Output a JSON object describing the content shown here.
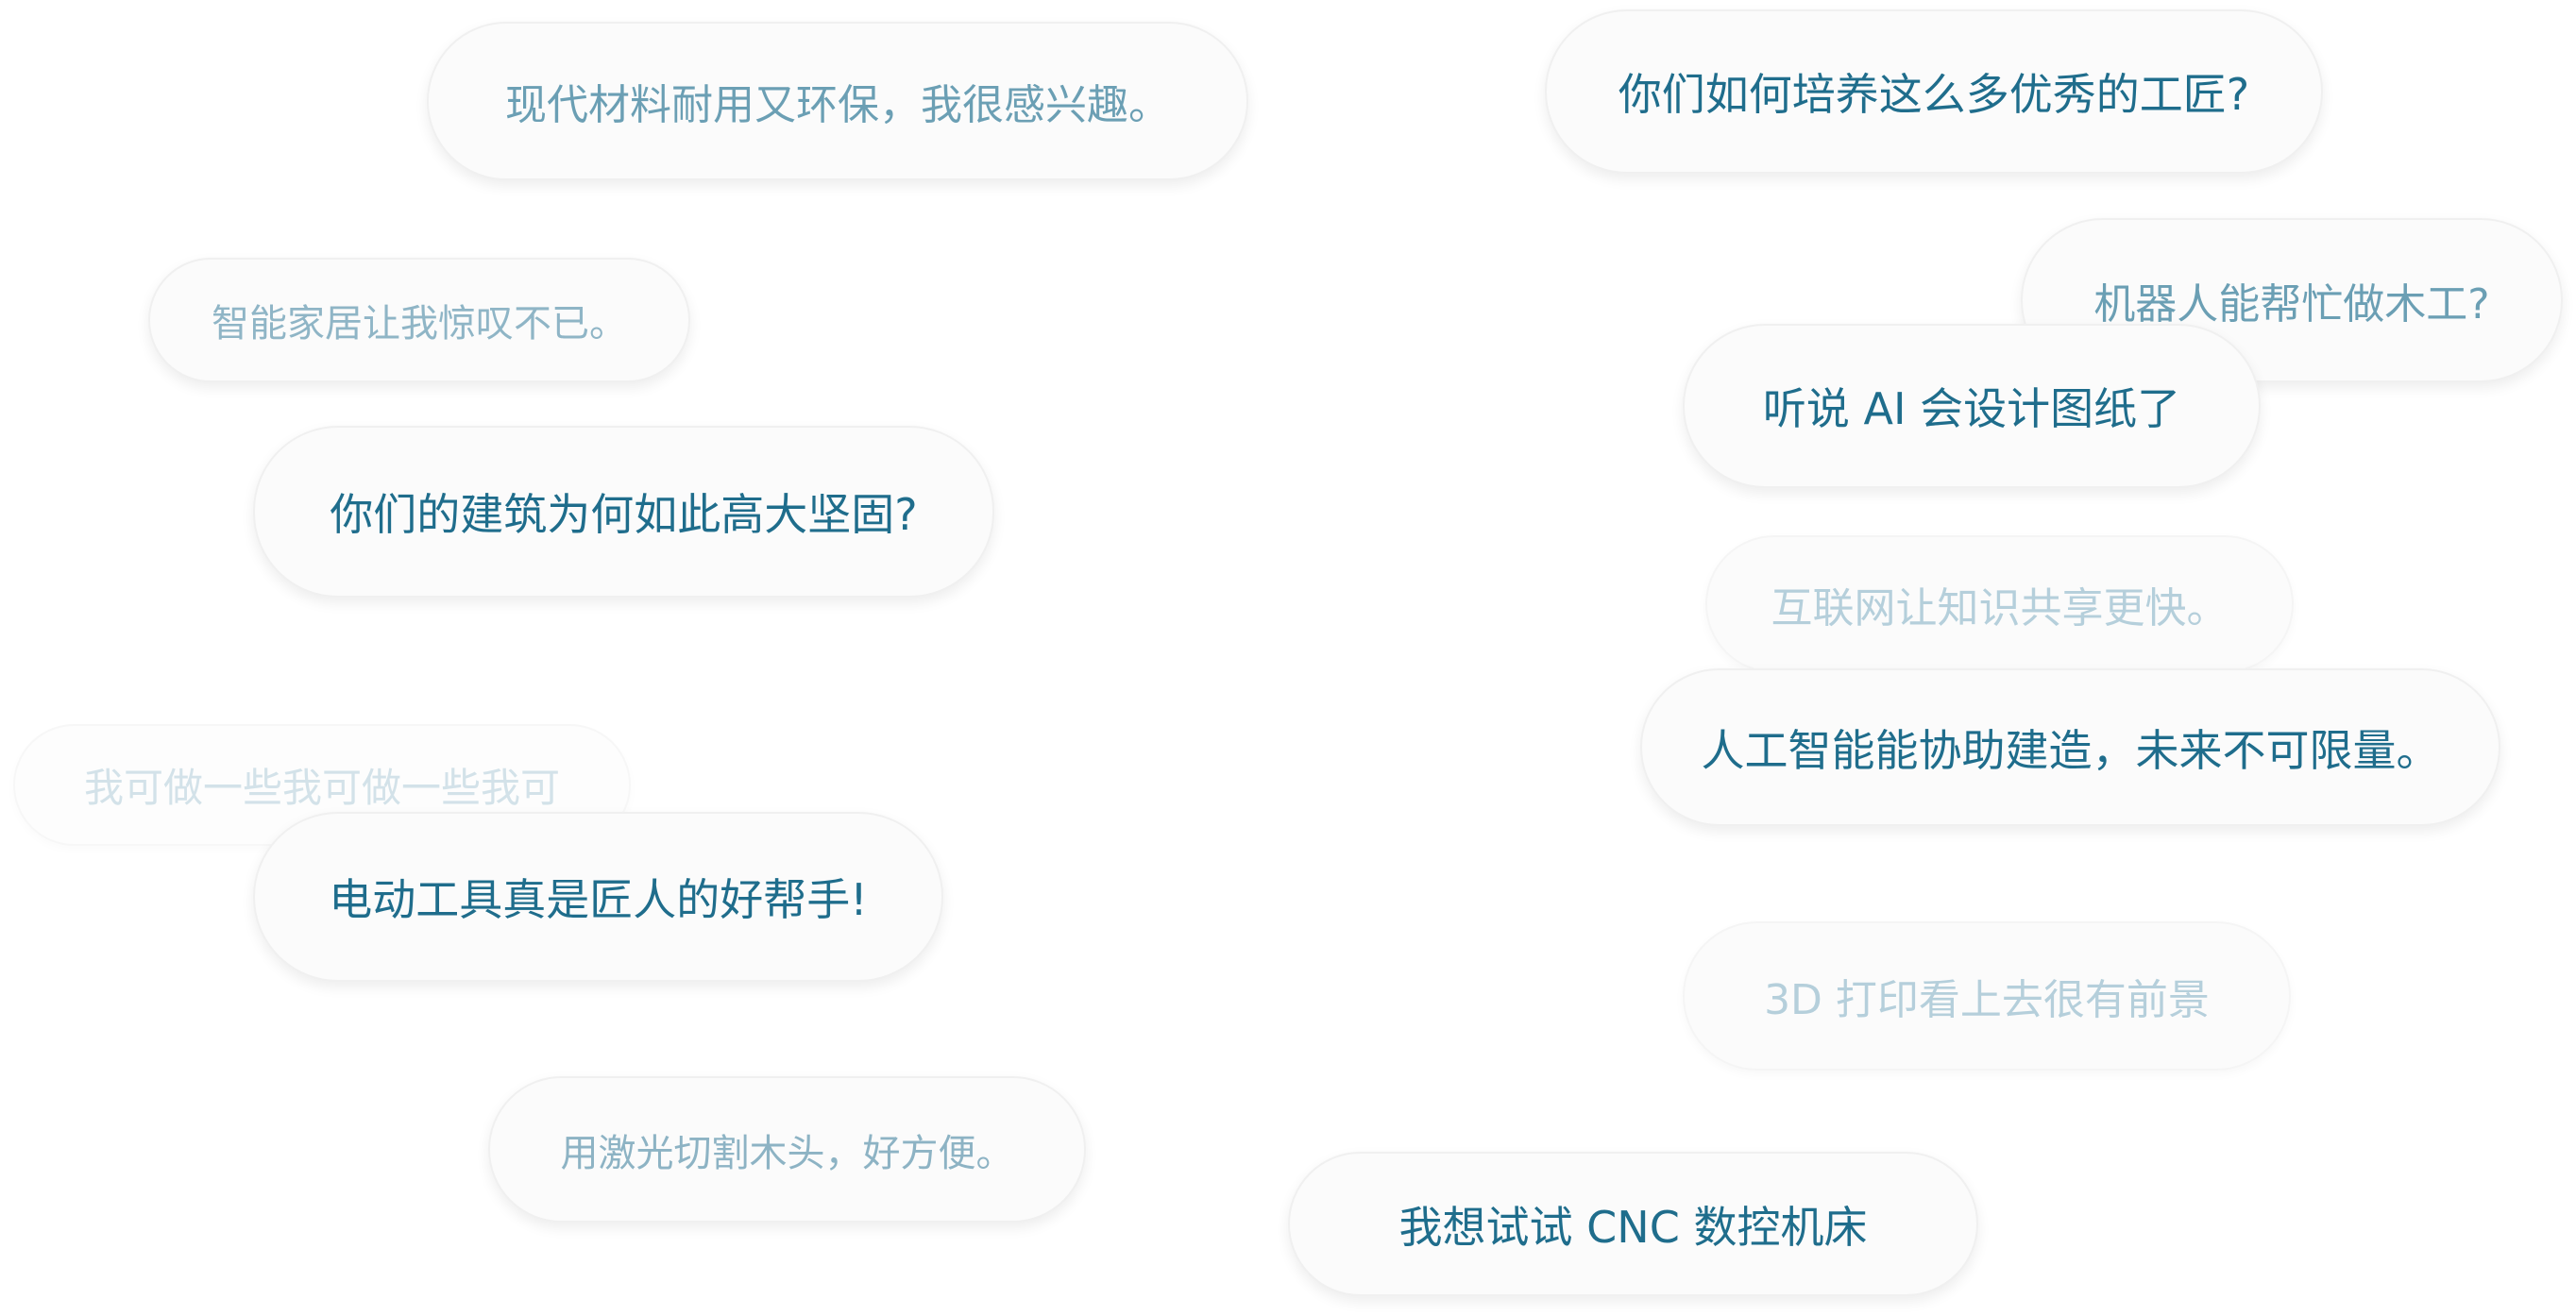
{
  "bubbles": [
    {
      "text": "现代材料耐用又环保，我很感兴趣。",
      "tone": "mid"
    },
    {
      "text": "你们如何培养这么多优秀的工匠?",
      "tone": "dark"
    },
    {
      "text": "智能家居让我惊叹不已。",
      "tone": "mid"
    },
    {
      "text": "机器人能帮忙做木工?",
      "tone": "mid"
    },
    {
      "text": "听说 AI 会设计图纸了",
      "tone": "dark"
    },
    {
      "text": "你们的建筑为何如此高大坚固?",
      "tone": "dark"
    },
    {
      "text": "互联网让知识共享更快。",
      "tone": "light"
    },
    {
      "text": "人工智能能协助建造，未来不可限量。",
      "tone": "dark"
    },
    {
      "text": "我可做一些我可做一些我可",
      "tone": "faint"
    },
    {
      "text": "电动工具真是匠人的好帮手!",
      "tone": "dark"
    },
    {
      "text": "3D 打印看上去很有前景",
      "tone": "light"
    },
    {
      "text": "用激光切割木头，好方便。",
      "tone": "mid"
    },
    {
      "text": "我想试试 CNC 数控机床",
      "tone": "dark"
    }
  ],
  "colors": {
    "dark": "#1f6d8c",
    "mid": "#6b9fb4",
    "light": "#b5cfdb",
    "faint": "#d3e2e9",
    "bubble_bg": "#fbfbfb"
  }
}
